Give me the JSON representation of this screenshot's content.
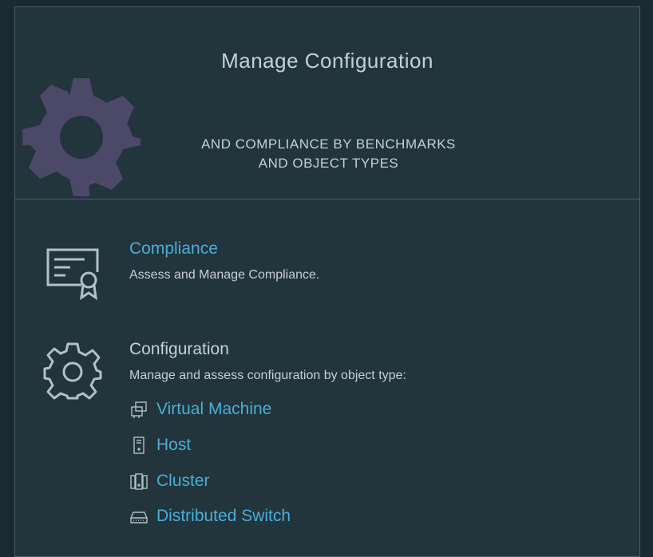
{
  "header": {
    "title": "Manage Configuration",
    "subtitle_line1": "AND COMPLIANCE BY BENCHMARKS",
    "subtitle_line2": "AND OBJECT TYPES",
    "gear_color": "#4b4868"
  },
  "compliance": {
    "title": "Compliance",
    "description": "Assess and Manage Compliance.",
    "icon": "certificate-icon"
  },
  "configuration": {
    "title": "Configuration",
    "description": "Manage and assess configuration by object type:",
    "icon": "gear-icon",
    "objects": [
      {
        "label": "Virtual Machine",
        "icon": "vm-icon"
      },
      {
        "label": "Host",
        "icon": "host-icon"
      },
      {
        "label": "Cluster",
        "icon": "cluster-icon"
      },
      {
        "label": "Distributed Switch",
        "icon": "switch-icon"
      }
    ]
  },
  "colors": {
    "link": "#49afd9",
    "text": "#c6d0d6",
    "panel": "#22343c",
    "border": "#4b5d66"
  }
}
